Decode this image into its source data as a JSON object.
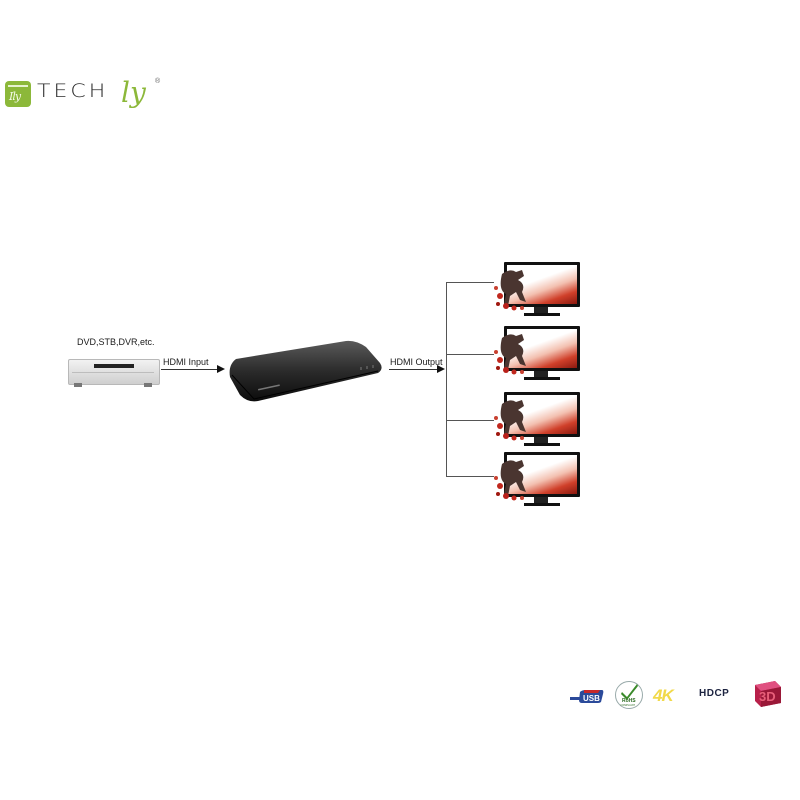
{
  "brand": {
    "badge_text": "Ily",
    "name_main": "TECH",
    "name_script": "ly",
    "registered": "®",
    "accent_color": "#8cb83a"
  },
  "diagram": {
    "source": {
      "label": "DVD,STB,DVR,etc.",
      "device": "dvd-player"
    },
    "input_connection": {
      "label": "HDMI Input"
    },
    "hub": {
      "device": "hdmi-splitter-1x4"
    },
    "output_connection": {
      "label": "HDMI Output"
    },
    "outputs": [
      {
        "device": "tv-display",
        "index": 1
      },
      {
        "device": "tv-display",
        "index": 2
      },
      {
        "device": "tv-display",
        "index": 3
      },
      {
        "device": "tv-display",
        "index": 4
      }
    ]
  },
  "features": [
    {
      "name": "usb-badge",
      "label": "USB"
    },
    {
      "name": "rohs-badge",
      "label": "RoHS",
      "sublabel": "COMPLIANT"
    },
    {
      "name": "4k-badge",
      "label": "4K"
    },
    {
      "name": "hdcp-badge",
      "label": "HDCP"
    },
    {
      "name": "3d-badge",
      "label": "3D"
    }
  ]
}
